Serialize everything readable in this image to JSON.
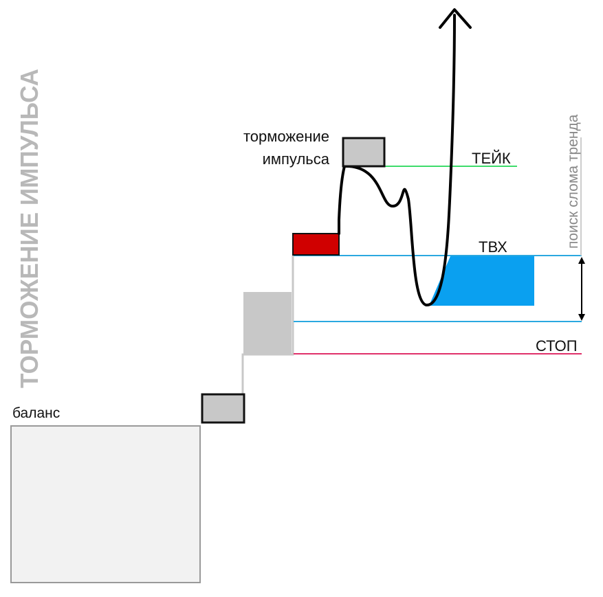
{
  "title_vertical": "ТОРМОЖЕНИЕ ИМПУЛЬСА",
  "labels": {
    "balance": "баланс",
    "impulse_braking_line1": "торможение",
    "impulse_braking_line2": "импульса",
    "take": "ТЕЙК",
    "entry": "ТВХ",
    "stop": "СТОП",
    "trend_break_search": "поиск слома тренда"
  },
  "colors": {
    "take_line": "#3ddc6a",
    "entry_line": "#2aa8e0",
    "entry_zone": "#0aa0f0",
    "stop_line": "#e0306a",
    "impulse_block": "#d00000",
    "gray_block": "#c8c8c8",
    "balance_box": "#f2f2f2",
    "title_gray": "#b8b8b8",
    "price_path": "#000000"
  },
  "icons": {
    "arrow_up": "arrow-up-icon",
    "range_arrow": "double-arrow-icon"
  }
}
